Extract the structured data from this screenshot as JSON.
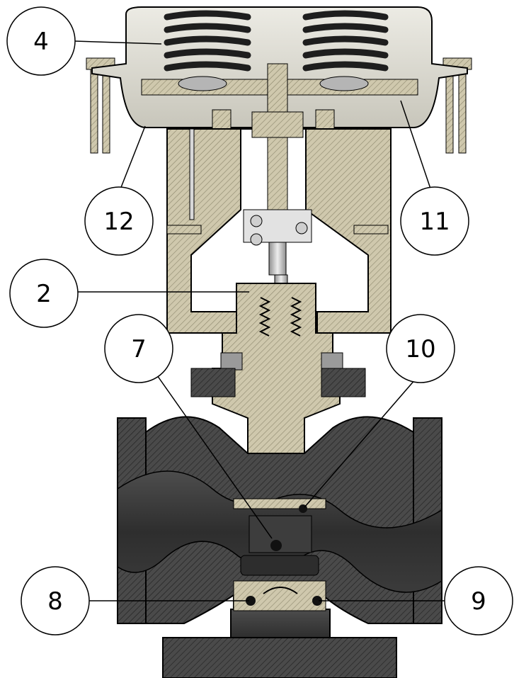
{
  "diagram": {
    "callouts": [
      {
        "id": "c4",
        "label": "4"
      },
      {
        "id": "c12",
        "label": "12"
      },
      {
        "id": "c11",
        "label": "11"
      },
      {
        "id": "c2",
        "label": "2"
      },
      {
        "id": "c7",
        "label": "7"
      },
      {
        "id": "c10",
        "label": "10"
      },
      {
        "id": "c8",
        "label": "8"
      },
      {
        "id": "c9",
        "label": "9"
      }
    ]
  },
  "colors": {
    "actuator_housing": "#d9d9cf",
    "yoke": "#c9c3a8",
    "body_casting": "#3a3a3a",
    "body_dark": "#262626",
    "stem": "#bfbfbf",
    "spring": "#2b2b2b",
    "outline": "#000000"
  }
}
